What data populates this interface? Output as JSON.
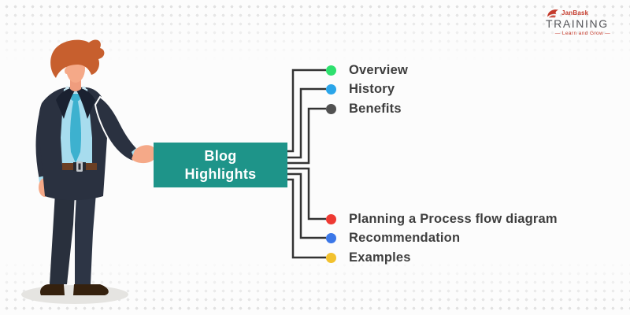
{
  "brand": {
    "logo_text_top": "JanBask",
    "logo_text_main": "TRAINING",
    "logo_tagline": "— Learn and Grow —",
    "logo_red": "#c43a2b",
    "logo_gray": "#55565a"
  },
  "center_box": {
    "line1": "Blog",
    "line2": "Highlights",
    "bg_color": "#1e9489",
    "text_color": "#ffffff"
  },
  "items": [
    {
      "label": "Overview",
      "dot_color": "#2ee06e"
    },
    {
      "label": "History",
      "dot_color": "#2aa5e9"
    },
    {
      "label": "Benefits",
      "dot_color": "#515151"
    },
    {
      "label": "Planning a Process flow diagram",
      "dot_color": "#ee3a33"
    },
    {
      "label": "Recommendation",
      "dot_color": "#3b77e8"
    },
    {
      "label": "Examples",
      "dot_color": "#f2c12e"
    }
  ],
  "connector_color": "#333333",
  "label_text_color": "#3e3e3e"
}
